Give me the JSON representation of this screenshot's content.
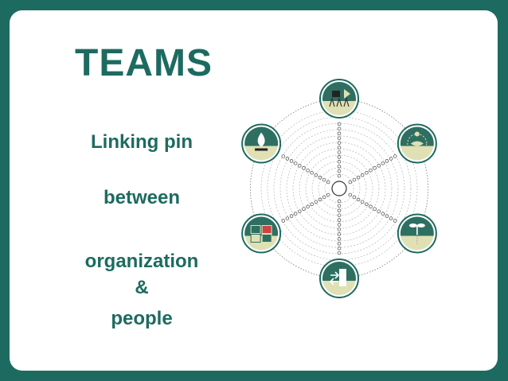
{
  "slide": {
    "title": "TEAMS",
    "line1": "Linking pin",
    "line2": "between",
    "line3": "organization",
    "line4": "&",
    "line5": "people"
  },
  "colors": {
    "frame": "#1d6b60",
    "accent": "#1d6b60",
    "node_fill": "#dfe0b4",
    "node_bg": "#2e6f62",
    "ring": "#8a8a8a"
  },
  "nodes": [
    {
      "name": "team-meeting-icon"
    },
    {
      "name": "handshake-icon"
    },
    {
      "name": "plant-growth-icon"
    },
    {
      "name": "exit-door-icon"
    },
    {
      "name": "puzzle-pieces-icon"
    },
    {
      "name": "water-drop-icon"
    }
  ]
}
